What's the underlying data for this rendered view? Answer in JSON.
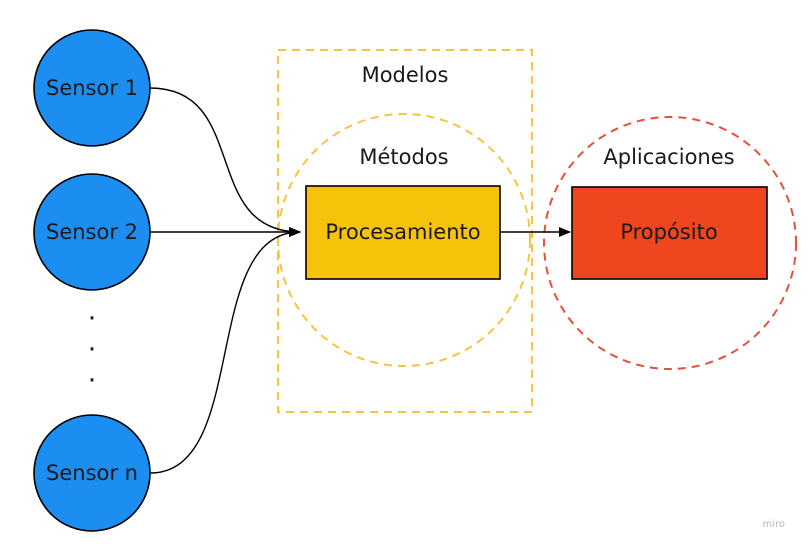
{
  "sensors": [
    {
      "label": "Sensor 1"
    },
    {
      "label": "Sensor 2"
    },
    {
      "label": "Sensor n"
    }
  ],
  "ellipsis": [
    "·",
    "·",
    "·"
  ],
  "regions": {
    "models_label": "Modelos",
    "methods_label": "Métodos",
    "applications_label": "Aplicaciones"
  },
  "boxes": {
    "processing_label": "Procesamiento",
    "purpose_label": "Propósito"
  },
  "watermark": "miro",
  "colors": {
    "sensor_fill": "#1c8ef2",
    "processing_fill": "#f7c30a",
    "purpose_fill": "#f0461f",
    "models_border": "#f5c542",
    "applications_border": "#e0533b",
    "stroke": "#000000"
  }
}
